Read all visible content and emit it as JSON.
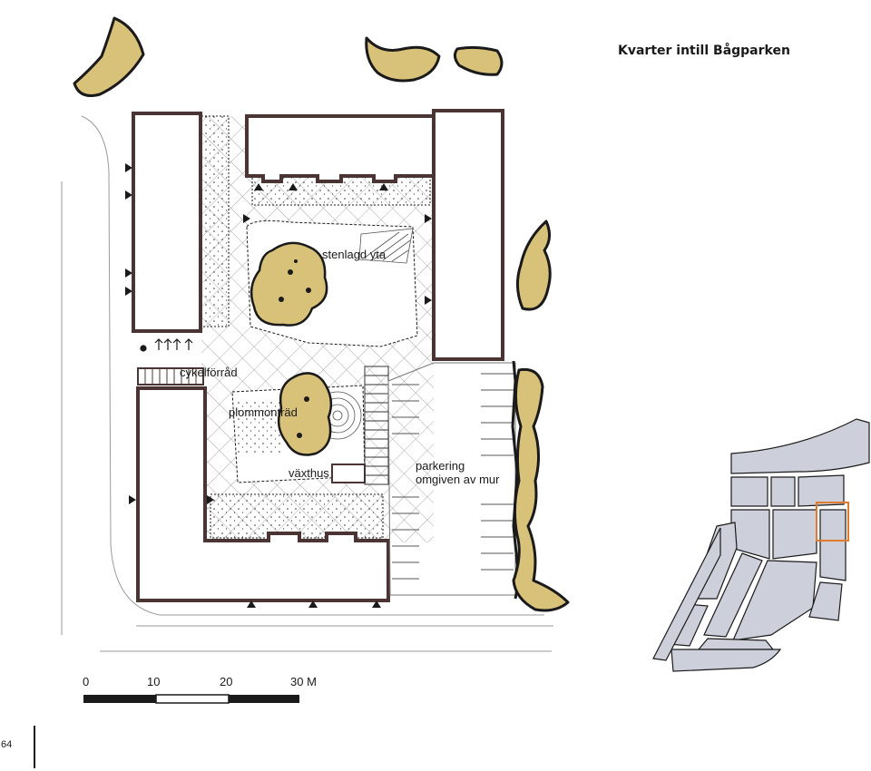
{
  "title": "Kvarter intill Bågparken",
  "labels": {
    "paved": "stenlagd yta",
    "bike": "cykelförråd",
    "plum": "plommonträd",
    "greenhouse": "växthus",
    "parking_1": "parkering",
    "parking_2": "omgiven av mur"
  },
  "scale": {
    "ticks": [
      "0",
      "10",
      "20",
      "30 M"
    ]
  },
  "page_number": "64",
  "colors": {
    "building_outline": "#4a3434",
    "tree_fill": "#d8c27a",
    "tree_outline": "#1a1a1a",
    "map_block": "#cdd0da",
    "map_highlight": "#e07a2c"
  }
}
